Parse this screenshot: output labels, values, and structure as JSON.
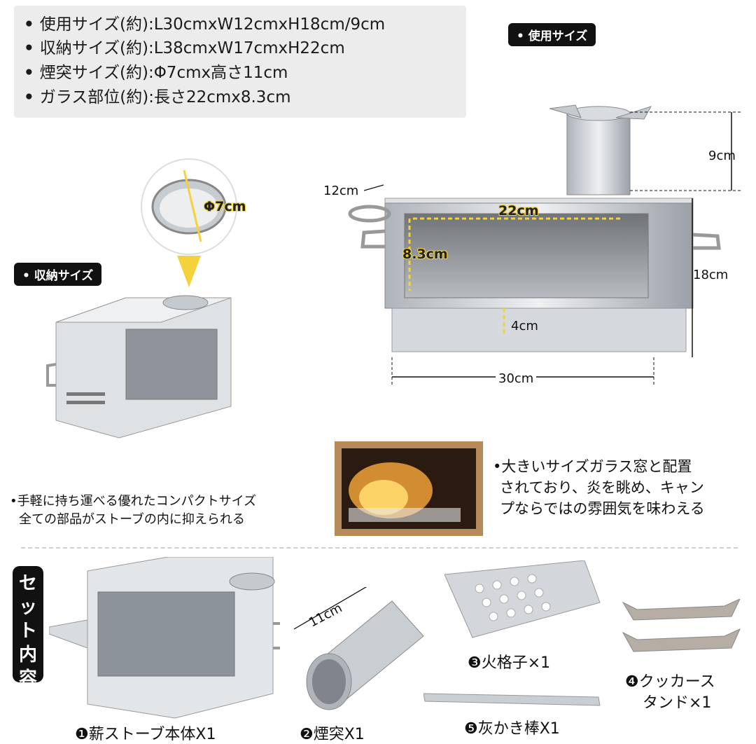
{
  "specs": [
    {
      "bullet": "•",
      "text": "使用サイズ(約):L30cmxW12cmxH18cm/9cm"
    },
    {
      "bullet": "•",
      "text": "収納サイズ(約):L38cmxW17cmxH22cm"
    },
    {
      "bullet": "•",
      "text": "煙突サイズ(約):Φ7cmx高さ11cm"
    },
    {
      "bullet": "•",
      "text": "ガラス部位(約):長さ22cmx8.3cm"
    }
  ],
  "tags": {
    "use_size": "• 使用サイズ",
    "storage_size": "• 収納サイズ"
  },
  "dimensions": {
    "chimney_dia": "Φ7cm",
    "chimney_h": "9cm",
    "depth": "12cm",
    "glass_w": "22cm",
    "glass_h": "8.3cm",
    "height": "18cm",
    "tray": "4cm",
    "length": "30cm",
    "pipe_len": "11cm"
  },
  "notes": {
    "compact_1": "•手軽に持ち運べる優れたコンパクトサイズ",
    "compact_2": "全ての部品がストーブの内に抑えられる",
    "window_1": "•大きいサイズガラス窓と配置",
    "window_2": "されており、炎を眺め、キャン",
    "window_3": "プならではの雰囲気を味わえる"
  },
  "set_tag": [
    "セ",
    "ッ",
    "ト",
    "内",
    "容"
  ],
  "items": [
    {
      "num": "❶",
      "label": "薪ストーブ本体X1"
    },
    {
      "num": "❷",
      "label": "煙突X1"
    },
    {
      "num": "❸",
      "label": "火格子×1"
    },
    {
      "num": "❹",
      "label_1": "クッカース",
      "label_2": "タンド×1"
    },
    {
      "num": "❺",
      "label": "灰かき棒X1"
    }
  ],
  "colors": {
    "accent_yellow": "#f4d23a",
    "steel": "#c9ced3",
    "tag_black": "#111111"
  }
}
